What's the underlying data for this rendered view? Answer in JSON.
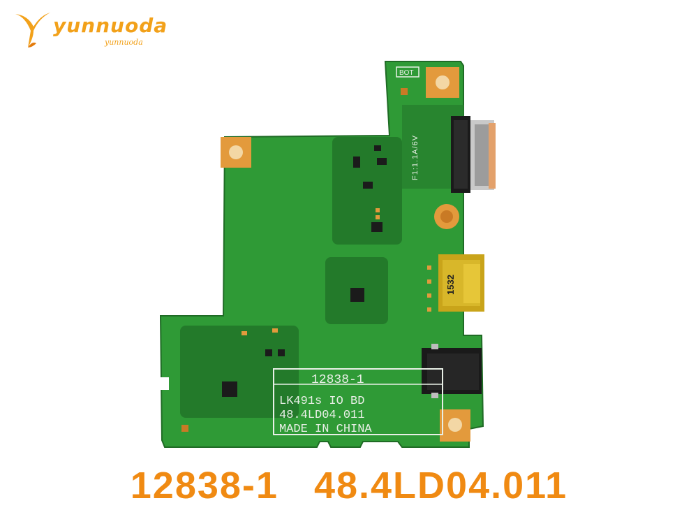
{
  "logo": {
    "text": "yunnuoda",
    "subtext": "yunnuoda",
    "icon": "y-swoosh-logo-icon",
    "color": "#f2a11a"
  },
  "board": {
    "bot_label": "BOT",
    "fuse_label": "F1:1.1A/6V",
    "usb_label": "1532",
    "silkscreen_lines": [
      "12838-1",
      "LK491s IO BD",
      "48.4LD04.011",
      "MADE IN CHINA"
    ],
    "colors": {
      "pcb": "#2f9a36",
      "pcb_dark": "#237a2a",
      "pad": "#e39a3c",
      "silkscreen": "#e8efe6"
    }
  },
  "caption": {
    "text": "12838-1   48.4LD04.011",
    "color": "#f08a12"
  }
}
